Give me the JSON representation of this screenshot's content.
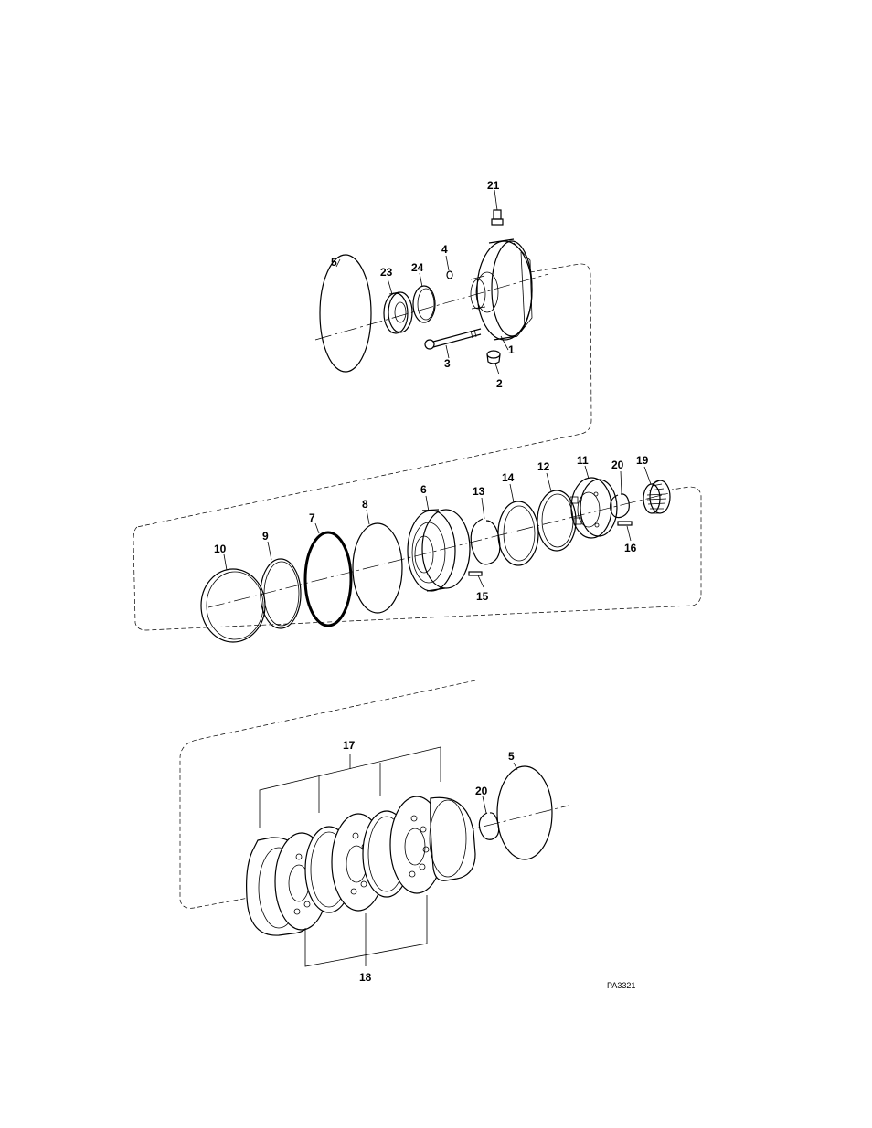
{
  "figure_code": "PA3321",
  "callouts": {
    "c1": "1",
    "c2": "2",
    "c3": "3",
    "c4": "4",
    "c5a": "5",
    "c21": "21",
    "c23": "23",
    "c24": "24",
    "c6": "6",
    "c7": "7",
    "c8": "8",
    "c9": "9",
    "c10": "10",
    "c11": "11",
    "c12": "12",
    "c13": "13",
    "c14": "14",
    "c15": "15",
    "c16": "16",
    "c19": "19",
    "c20a": "20",
    "c17": "17",
    "c18": "18",
    "c20b": "20",
    "c5b": "5"
  }
}
